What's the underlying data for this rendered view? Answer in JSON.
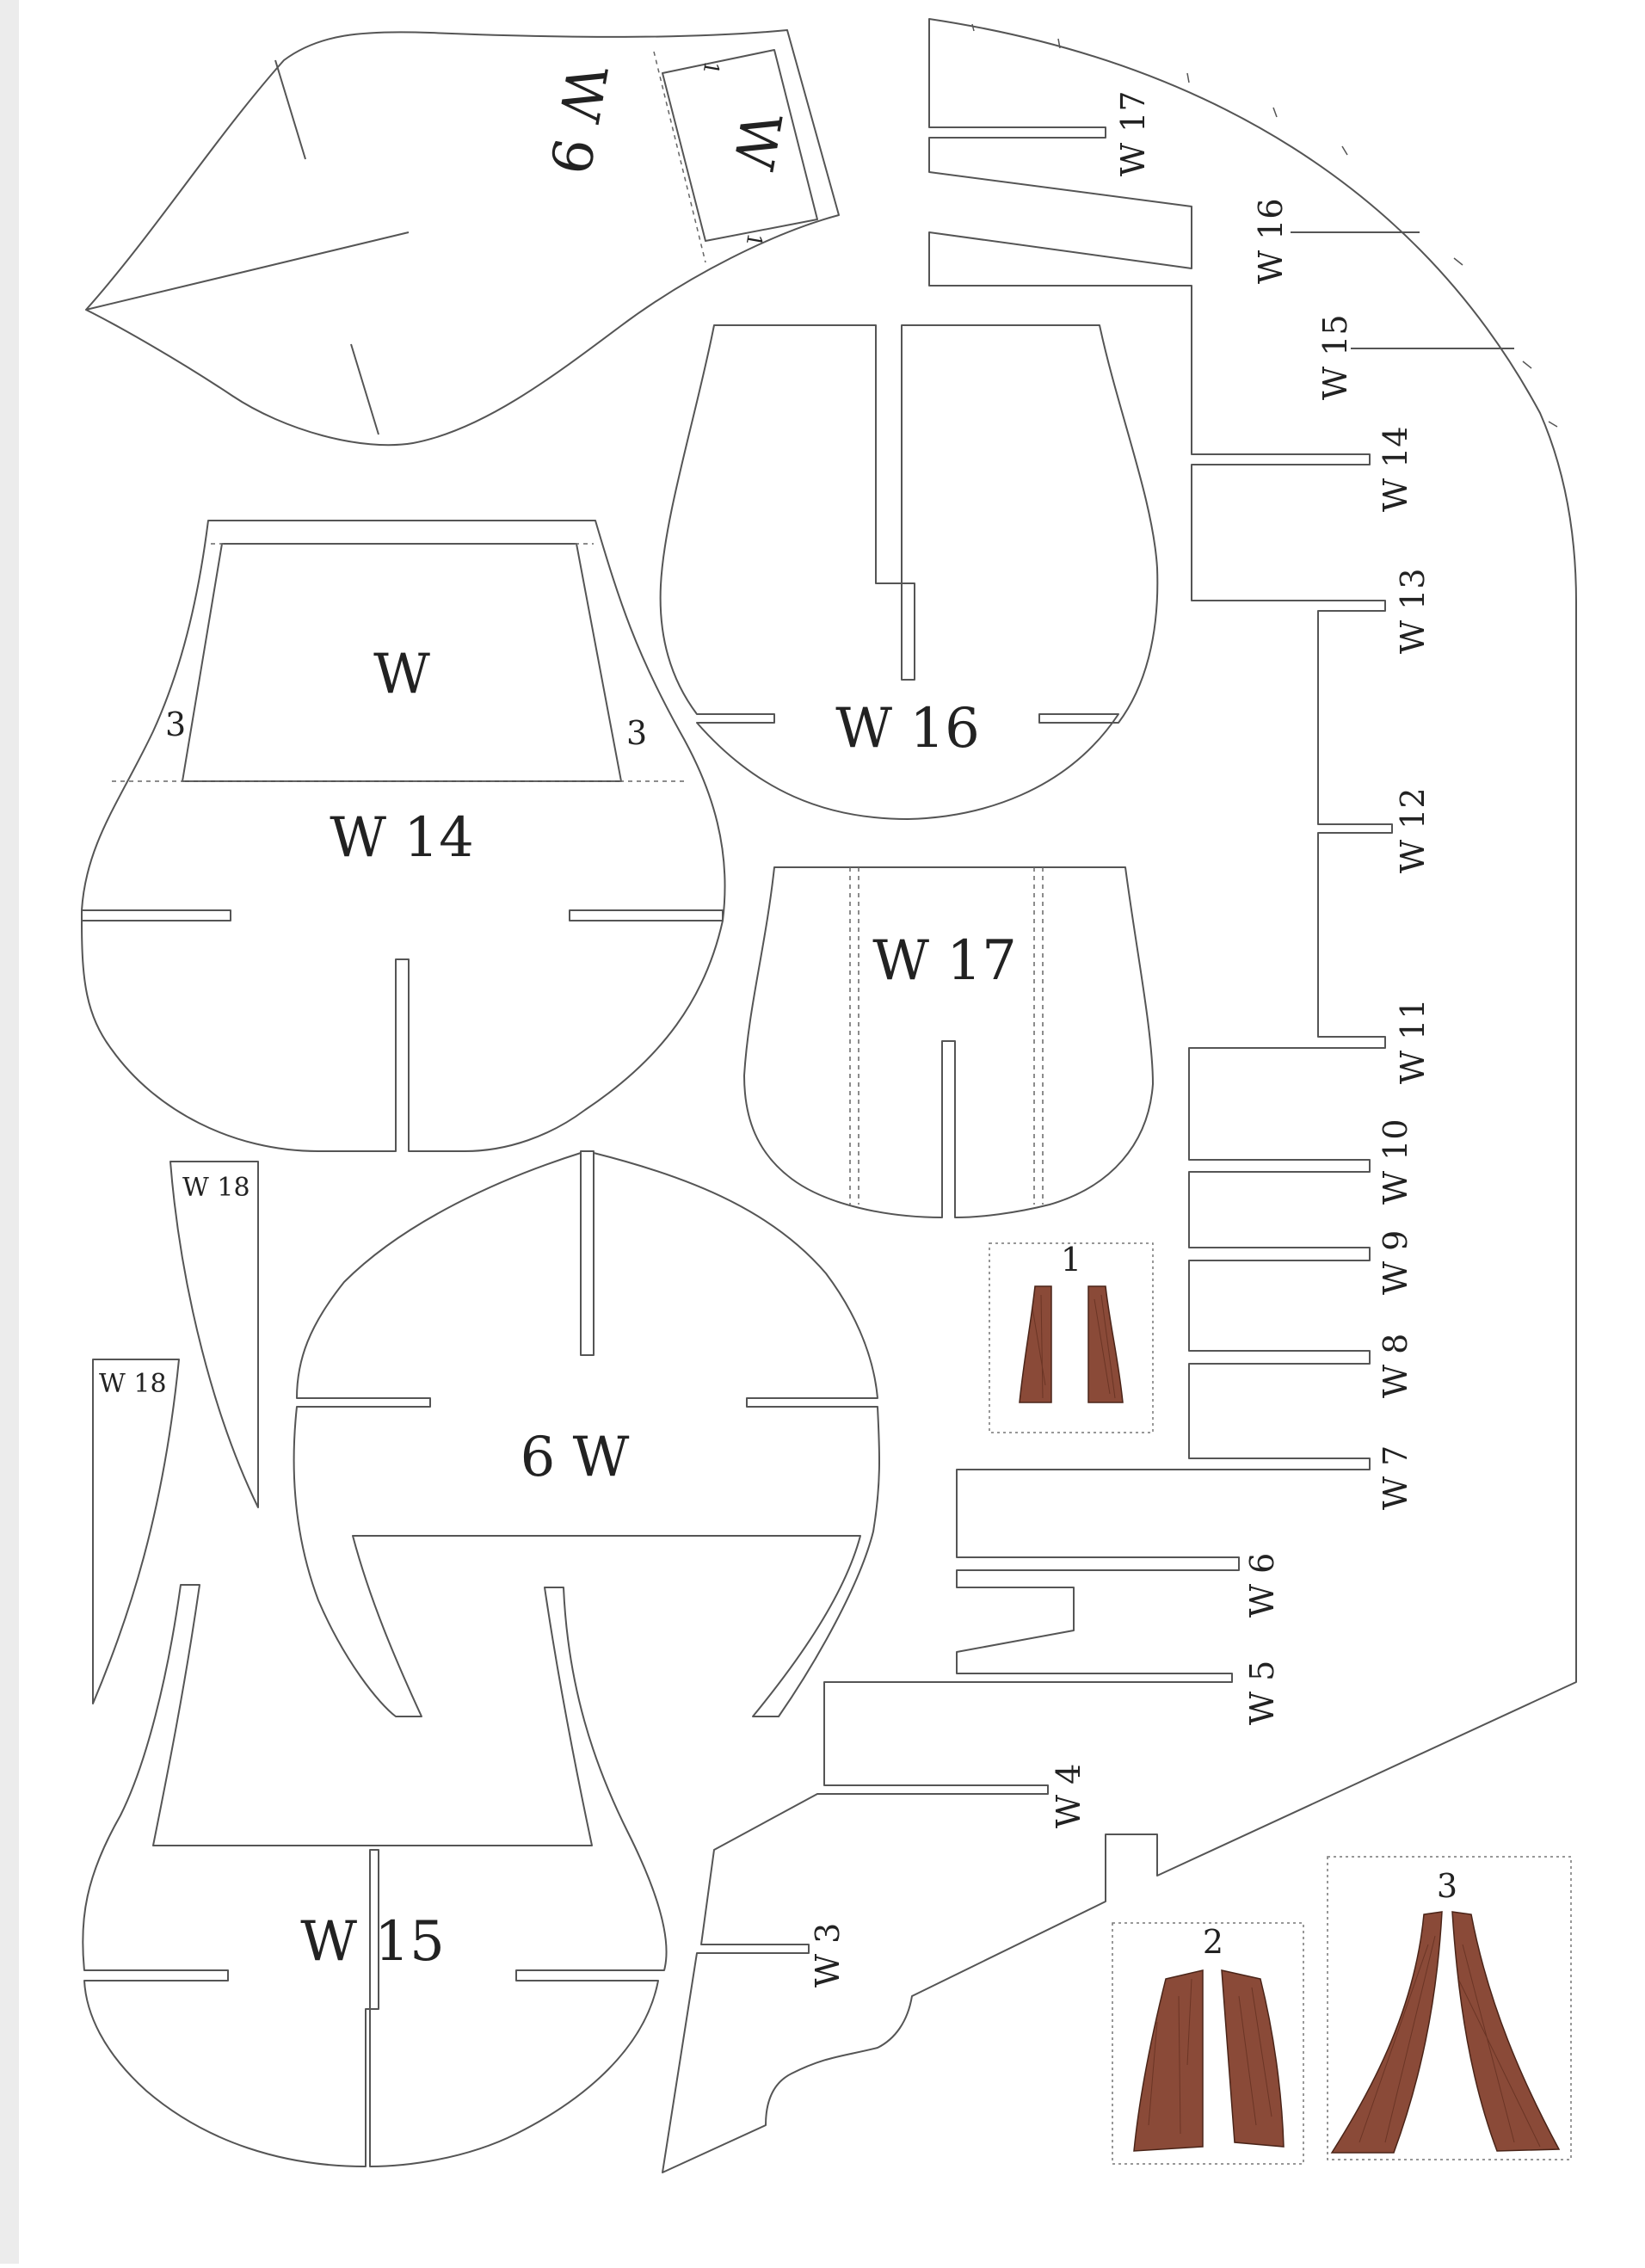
{
  "sheet": {
    "paper_color": "#ffffff",
    "line_color": "#555555",
    "wood_color": "#8a4a38"
  },
  "parts": {
    "w9_top": {
      "label": "W 9",
      "tab_left": "1",
      "tab_right": "1",
      "tab_label": "W"
    },
    "w14": {
      "label": "W 14",
      "tab_label": "W",
      "tab_left": "3",
      "tab_right": "3"
    },
    "w16": {
      "label": "W 16"
    },
    "w17": {
      "label": "W 17"
    },
    "w18_a": {
      "label": "W 18"
    },
    "w18_b": {
      "label": "W 18"
    },
    "w9_mid": {
      "label": "6 W"
    },
    "w15": {
      "label": "W 15"
    }
  },
  "keel_labels": [
    "W 17",
    "W 16",
    "W 15",
    "W 14",
    "W 13",
    "W 12",
    "W 11",
    "W 10",
    "W 9",
    "W 8",
    "W 7",
    "W 6",
    "W 5",
    "W 4",
    "W 3"
  ],
  "detail_boxes": [
    {
      "label": "1"
    },
    {
      "label": "2"
    },
    {
      "label": "3"
    }
  ]
}
